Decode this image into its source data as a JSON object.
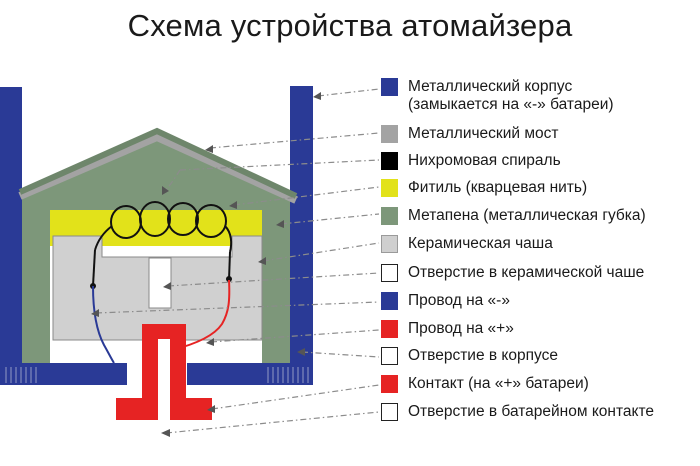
{
  "title": "Схема устройства атомайзера",
  "legend": [
    {
      "label": "Металлический корпус",
      "sublabel": "(замыкается на «-» батареи)",
      "color": "#2a3a96",
      "border": "#2a3a96"
    },
    {
      "label": "Металлический мост",
      "color": "#a3a3a3",
      "border": "#a3a3a3"
    },
    {
      "label": "Нихромовая спираль",
      "color": "#000000",
      "border": "#000000"
    },
    {
      "label": "Фитиль (кварцевая нить)",
      "color": "#e2e21a",
      "border": "#e2e21a"
    },
    {
      "label": "Метапена (металлическая губка)",
      "color": "#7d977a",
      "border": "#7d977a"
    },
    {
      "label": "Керамическая чаша",
      "color": "#cfcfcf",
      "border": "#9a9a9a"
    },
    {
      "label": "Отверстие в керамической чаше",
      "color": "#ffffff",
      "border": "#222222"
    },
    {
      "label": "Провод на «-»",
      "color": "#2a3a96",
      "border": "#2a3a96"
    },
    {
      "label": "Провод на «+»",
      "color": "#e62323",
      "border": "#e62323"
    },
    {
      "label": "Отверстие в корпусе",
      "color": "#ffffff",
      "border": "#222222"
    },
    {
      "label": "Контакт (на «+» батареи)",
      "color": "#e62323",
      "border": "#e62323"
    },
    {
      "label": "Отверстие в батарейном контакте",
      "color": "#ffffff",
      "border": "#222222"
    }
  ]
}
